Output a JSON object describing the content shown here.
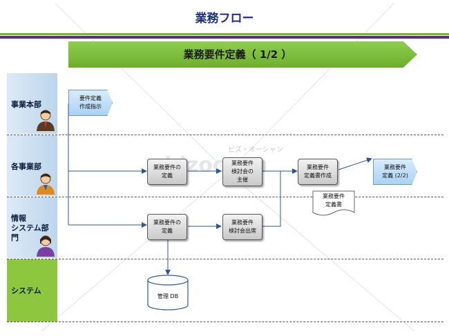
{
  "page": {
    "title": "業務フロー"
  },
  "banner": {
    "text": "業務要件定義（ 1/2 ）"
  },
  "lanes": [
    {
      "label": "事業本部"
    },
    {
      "label": "各事業部"
    },
    {
      "label": "情報\nシステム部\n門"
    },
    {
      "label": "システム"
    }
  ],
  "nodes": {
    "start": "要件定義\n作成指示",
    "define_dept": "業務要件の\n定義",
    "review_host": "業務要件\n検討会の\n主催",
    "doc_create": "業務要件\n定義書作成",
    "next": "業務要件\n定義 (2/2)",
    "define_is": "業務要件の\n定義",
    "review_attend": "業務要件\n検討会出席",
    "doc": "業務要件\n定義書",
    "db": "管理 DB"
  },
  "watermark": {
    "text": "ビズ・オーシャン",
    "logo": "bizocean"
  },
  "colors": {
    "title": "#1f2f86",
    "banner": "#78b52d",
    "lane": "#8dc63f",
    "stripe": "#5a2d82"
  }
}
